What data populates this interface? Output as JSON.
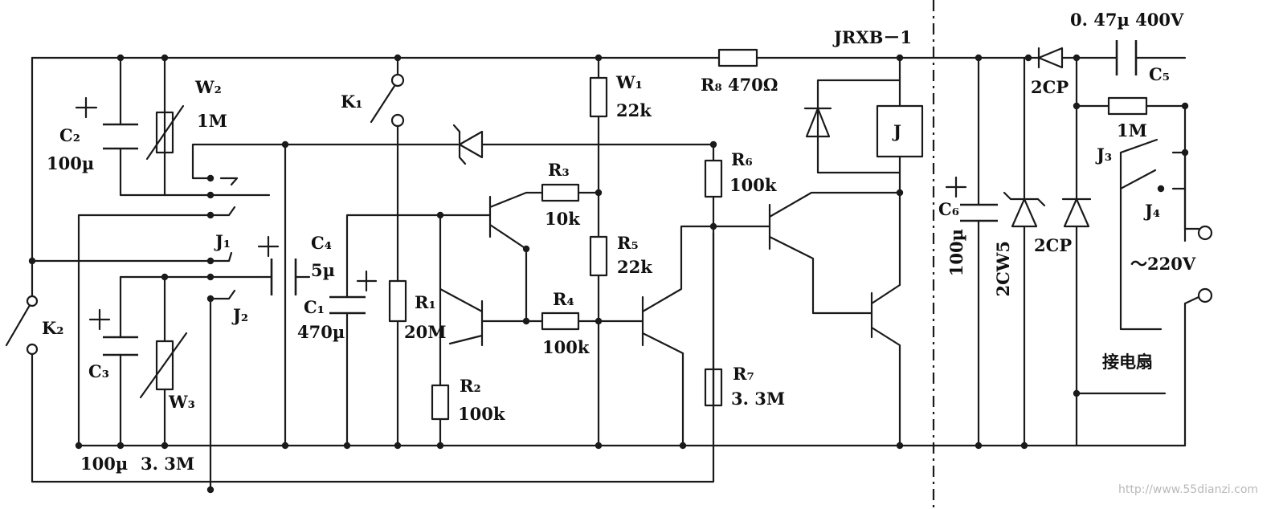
{
  "labels": {
    "W2": "W₂",
    "W2v": "1M",
    "C2": "C₂",
    "C2v": "100µ",
    "K1": "K₁",
    "W1": "W₁",
    "W1v": "22k",
    "R8": "R₈ 470Ω",
    "JRXB": "JRXB－1",
    "C5v": "0. 47µ 400V",
    "C5": "C₅",
    "cp1": "2CP",
    "r1m": "1M",
    "J": "J",
    "R6": "R₆",
    "R6v": "100k",
    "R3": "R₃",
    "R3v": "10k",
    "R5": "R₅",
    "R5v": "22k",
    "J1": "J₁",
    "J2": "J₂",
    "C4": "C₄",
    "C4v": "5µ",
    "C1": "C₁",
    "C1v": "470µ",
    "R1": "R₁",
    "R1v": "20M",
    "R4": "R₄",
    "R4v": "100k",
    "K2": "K₂",
    "C3": "C₃",
    "W3": "W₃",
    "R2": "R₂",
    "R2v": "100k",
    "R7": "R₇",
    "R7v": "3. 3M",
    "C6": "C₆",
    "C6v": "100µ",
    "cw5": "2CW5",
    "cp2": "2CP",
    "J3": "J₃",
    "J4": "J₄",
    "ac": "～220V",
    "brush": "接电扇",
    "bot100": "100µ",
    "bot33": "3. 3M",
    "watermark": "http://www.55dianzi.com"
  }
}
